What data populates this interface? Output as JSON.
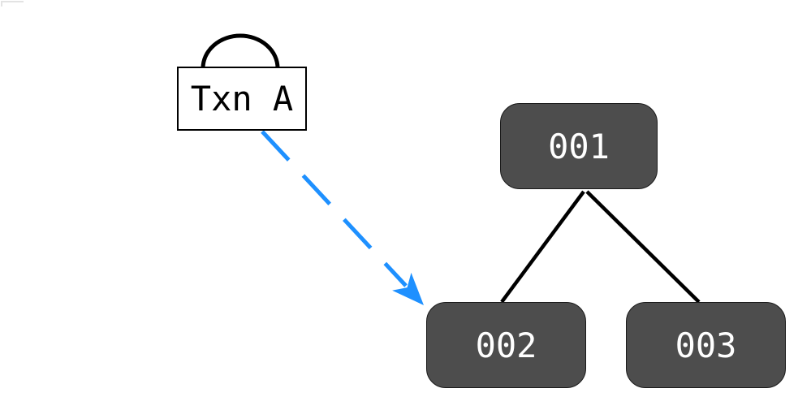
{
  "colors": {
    "background": "#ffffff",
    "node_fill": "#4d4d4d",
    "node_border": "#1a1a1a",
    "node_text": "#ffffff",
    "txn_box_bg": "#ffffff",
    "txn_box_border": "#000000",
    "txn_text": "#000000",
    "edge_black": "#000000",
    "arrow_blue": "#1e90ff",
    "corner_mark": "#e3e3e3"
  },
  "diagram": {
    "txn_box": {
      "label": "Txn A"
    },
    "tree": {
      "root": {
        "label": "001"
      },
      "left_child": {
        "label": "002"
      },
      "right_child": {
        "label": "003"
      }
    },
    "edges": [
      {
        "from": "Txn A",
        "to": "Txn A",
        "style": "solid black self-loop arc"
      },
      {
        "from": "Txn A",
        "to": "002",
        "style": "blue dashed arrow"
      },
      {
        "from": "001",
        "to": "002",
        "style": "solid black line"
      },
      {
        "from": "001",
        "to": "003",
        "style": "solid black line"
      }
    ]
  }
}
